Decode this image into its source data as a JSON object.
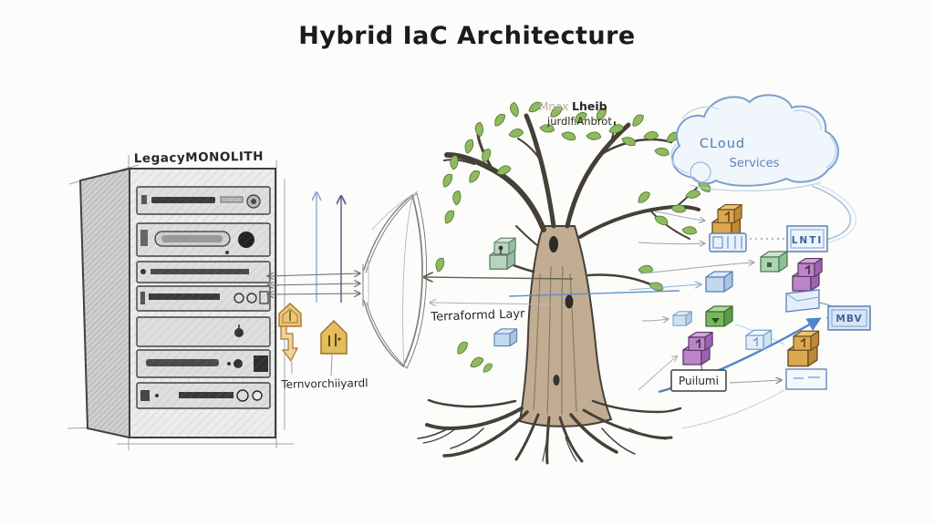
{
  "title": "Hybrid IaC Architecture",
  "server": {
    "label": "LegacyMONOLITH"
  },
  "tree": {
    "note_faint": "Mnax",
    "note_main": "Lheib",
    "note_sub": "jurdlf.Anbrot"
  },
  "middle": {
    "terraform_layer_label": "Terraformd Layr",
    "terraformify_label": "Ternvorchiiyardl"
  },
  "cloud": {
    "line1": "CLoud",
    "line2": "Services"
  },
  "boxes": {
    "lnti": "LNTI",
    "mbv": "MBV",
    "pulumi": "Puilumi"
  },
  "palette": {
    "pencil_gray": "#6e6e6e",
    "ink_dark": "#262626",
    "blue_ink": "#4f7ab0",
    "cloud_stroke": "#7aa0cc",
    "arrow_blue": "#4f86c6",
    "teal_line": "#5b8fc9",
    "orange_cube": "#dda74e",
    "purple_cube": "#bb85c8",
    "green_cube": "#76b85e",
    "pale_green_cube": "#aed4b2",
    "blue_cube": "#c2d8ee",
    "trunk_brown": "#c2ad92",
    "leaf_green": "#8fbb5e"
  },
  "icons": [
    "server-rack-icon",
    "funnel-icon",
    "tree-icon",
    "cloud-icon",
    "orange-cube-icon",
    "purple-cube-icon",
    "green-cube-icon",
    "blue-cube-icon",
    "blue-server-icon",
    "blue-tray-icon",
    "package-icon",
    "module-icon"
  ]
}
